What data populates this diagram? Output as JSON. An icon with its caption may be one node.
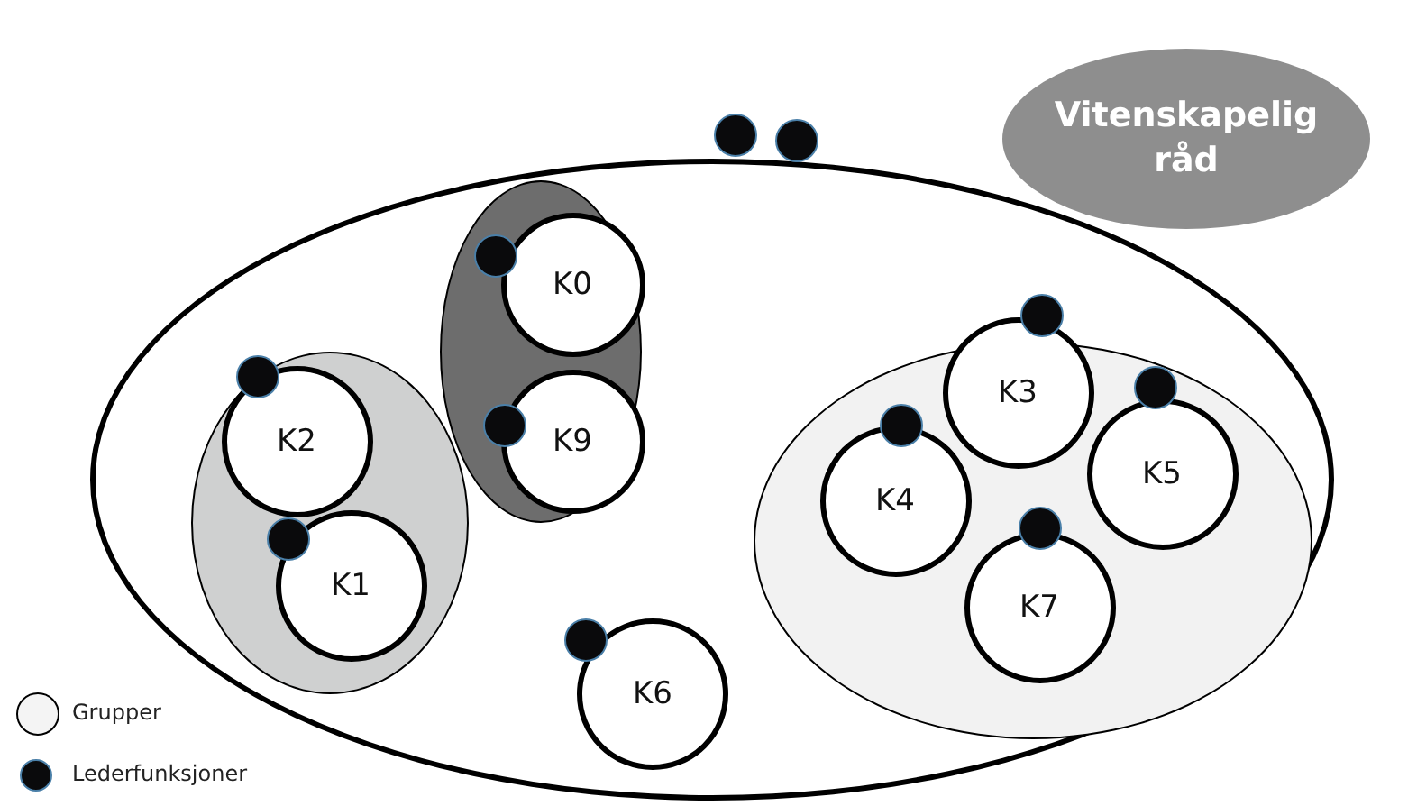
{
  "diagram": {
    "nodes": [
      {
        "text": [],
        "shape": "ellipse"
      },
      {
        "text": [
          "Vitenskapelig råd"
        ]
      },
      {
        "text": [],
        "shape": "ellipse",
        "in": 0
      },
      {
        "text": [
          "K2"
        ],
        "in": 2
      },
      {
        "text": [
          "K1"
        ],
        "in": 2
      },
      {
        "text": [],
        "shape": "ellipse",
        "in": 0
      },
      {
        "text": [
          "K0"
        ],
        "in": 5
      },
      {
        "text": [
          "K9"
        ],
        "in": 5
      },
      {
        "text": [],
        "shape": "ellipse",
        "in": 0
      },
      {
        "text": [
          "K3"
        ],
        "in": 8
      },
      {
        "text": [
          "K4"
        ],
        "in": 8
      },
      {
        "text": [
          "K5"
        ],
        "in": 8
      },
      {
        "text": [
          "K7"
        ],
        "in": 8
      },
      {
        "text": [
          "K6"
        ],
        "in": 0
      }
    ],
    "legend": [
      {
        "text": "Grupper"
      },
      {
        "text": "Lederfunksjoner"
      }
    ]
  }
}
